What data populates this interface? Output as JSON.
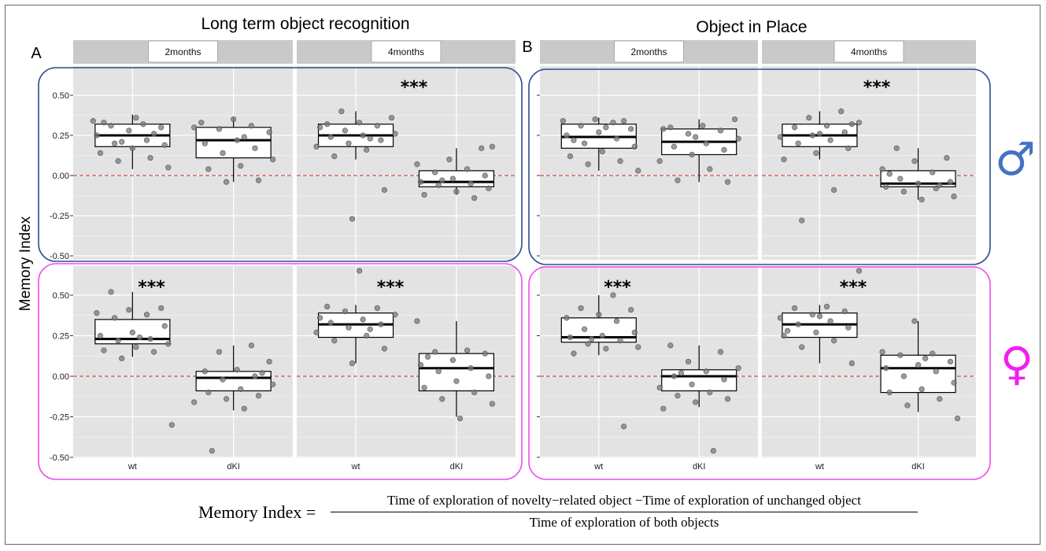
{
  "titles": {
    "panel_a": "Long term object recognition",
    "panel_b": "Object in Place"
  },
  "panel_letters": {
    "a": "A",
    "b": "B"
  },
  "y_axis_label": "Memory Index",
  "facet_labels": [
    "2months",
    "4months"
  ],
  "x_tick_labels": [
    "wt",
    "dKI"
  ],
  "y_tick_labels": [
    "0.50",
    "0.25",
    "0.00",
    "-0.25",
    "-0.50"
  ],
  "significance": "***",
  "sex_symbols": {
    "male": "♂",
    "female": "♀"
  },
  "colors": {
    "panel_bg": "#e3e3e3",
    "strip_bg": "#c9c9c9",
    "male_box": "#2e4e8e",
    "female_box": "#f04cf0",
    "male_symbol": "#4472c4",
    "female_symbol": "#ee22ee",
    "reference_line": "#cc2222",
    "point": "#7a7a7a"
  },
  "formula": {
    "lhs": "Memory Index =",
    "numerator": "Time of exploration of novelty−related object −Time of exploration of unchanged object",
    "denominator": "Time of exploration of both objects"
  },
  "chart_data": [
    {
      "type": "boxplot",
      "panel": "A",
      "title": "Long term object recognition",
      "sex": "male",
      "ylabel": "Memory Index",
      "ylim": [
        -0.5,
        0.5
      ],
      "reference_line": 0,
      "facets": [
        {
          "facet": "2months",
          "significance": "",
          "groups": [
            {
              "group": "wt",
              "min": 0.04,
              "q1": 0.18,
              "median": 0.25,
              "q3": 0.32,
              "max": 0.38,
              "points": [
                0.34,
                0.32,
                0.31,
                0.3,
                0.28,
                0.25,
                0.22,
                0.2,
                0.19,
                0.17,
                0.14,
                0.11,
                0.09,
                0.05,
                0.36,
                0.33,
                0.26,
                0.21
              ]
            },
            {
              "group": "dKI",
              "min": -0.04,
              "q1": 0.11,
              "median": 0.22,
              "q3": 0.3,
              "max": 0.36,
              "points": [
                0.35,
                0.33,
                0.31,
                0.29,
                0.27,
                0.22,
                0.2,
                0.17,
                0.14,
                0.1,
                0.06,
                0.04,
                -0.03,
                -0.04,
                0.3,
                0.24
              ]
            }
          ]
        },
        {
          "facet": "4months",
          "significance": "***",
          "groups": [
            {
              "group": "wt",
              "min": 0.1,
              "q1": 0.18,
              "median": 0.25,
              "q3": 0.32,
              "max": 0.4,
              "points": [
                0.4,
                0.36,
                0.33,
                0.32,
                0.31,
                0.28,
                0.26,
                0.25,
                0.24,
                0.22,
                0.2,
                0.18,
                0.16,
                0.12,
                -0.09,
                -0.27,
                0.3,
                0.23
              ]
            },
            {
              "group": "dKI",
              "min": -0.12,
              "q1": -0.07,
              "median": -0.04,
              "q3": 0.03,
              "max": 0.17,
              "points": [
                0.17,
                0.1,
                0.07,
                0.04,
                0.02,
                0.0,
                -0.02,
                -0.04,
                -0.05,
                -0.06,
                -0.08,
                -0.1,
                -0.12,
                -0.14,
                -0.03,
                0.18
              ]
            }
          ]
        }
      ]
    },
    {
      "type": "boxplot",
      "panel": "A",
      "title": "Long term object recognition",
      "sex": "female",
      "ylabel": "Memory Index",
      "ylim": [
        -0.5,
        0.5
      ],
      "reference_line": 0,
      "facets": [
        {
          "facet": "2months",
          "significance": "***",
          "groups": [
            {
              "group": "wt",
              "min": 0.12,
              "q1": 0.2,
              "median": 0.23,
              "q3": 0.35,
              "max": 0.52,
              "points": [
                0.52,
                0.42,
                0.41,
                0.39,
                0.38,
                0.36,
                0.31,
                0.27,
                0.25,
                0.23,
                0.22,
                0.2,
                0.18,
                0.16,
                0.15,
                0.11,
                -0.3,
                0.24
              ]
            },
            {
              "group": "dKI",
              "min": -0.21,
              "q1": -0.09,
              "median": -0.01,
              "q3": 0.03,
              "max": 0.19,
              "points": [
                0.19,
                0.15,
                0.09,
                0.04,
                0.03,
                0.0,
                -0.02,
                -0.05,
                -0.08,
                -0.1,
                -0.12,
                -0.14,
                -0.16,
                -0.2,
                -0.46,
                0.02
              ]
            }
          ]
        },
        {
          "facet": "4months",
          "significance": "***",
          "groups": [
            {
              "group": "wt",
              "min": 0.08,
              "q1": 0.24,
              "median": 0.32,
              "q3": 0.39,
              "max": 0.44,
              "points": [
                0.65,
                0.43,
                0.42,
                0.4,
                0.38,
                0.35,
                0.33,
                0.32,
                0.3,
                0.27,
                0.25,
                0.22,
                0.17,
                0.08,
                0.36,
                0.29
              ]
            },
            {
              "group": "dKI",
              "min": -0.25,
              "q1": -0.09,
              "median": 0.05,
              "q3": 0.14,
              "max": 0.34,
              "points": [
                0.34,
                0.16,
                0.15,
                0.14,
                0.1,
                0.07,
                0.05,
                0.03,
                0.0,
                -0.03,
                -0.07,
                -0.1,
                -0.14,
                -0.17,
                -0.26,
                0.12
              ]
            }
          ]
        }
      ]
    },
    {
      "type": "boxplot",
      "panel": "B",
      "title": "Object in Place",
      "sex": "male",
      "ylabel": "Memory Index",
      "ylim": [
        -0.5,
        0.5
      ],
      "reference_line": 0,
      "facets": [
        {
          "facet": "2months",
          "significance": "",
          "groups": [
            {
              "group": "wt",
              "min": 0.03,
              "q1": 0.17,
              "median": 0.24,
              "q3": 0.32,
              "max": 0.36,
              "points": [
                0.35,
                0.34,
                0.33,
                0.31,
                0.29,
                0.27,
                0.25,
                0.23,
                0.2,
                0.18,
                0.15,
                0.12,
                0.09,
                0.07,
                0.03,
                0.3,
                0.22,
                0.34
              ]
            },
            {
              "group": "dKI",
              "min": -0.04,
              "q1": 0.13,
              "median": 0.21,
              "q3": 0.29,
              "max": 0.35,
              "points": [
                0.35,
                0.31,
                0.3,
                0.28,
                0.26,
                0.23,
                0.2,
                0.18,
                0.16,
                0.13,
                0.09,
                0.04,
                -0.03,
                -0.04,
                0.24,
                0.29
              ]
            }
          ]
        },
        {
          "facet": "4months",
          "significance": "***",
          "groups": [
            {
              "group": "wt",
              "min": 0.1,
              "q1": 0.18,
              "median": 0.25,
              "q3": 0.32,
              "max": 0.4,
              "points": [
                0.4,
                0.36,
                0.33,
                0.31,
                0.3,
                0.27,
                0.25,
                0.24,
                0.22,
                0.2,
                0.17,
                0.14,
                0.1,
                -0.09,
                -0.28,
                0.32,
                0.26
              ]
            },
            {
              "group": "dKI",
              "min": -0.15,
              "q1": -0.07,
              "median": -0.05,
              "q3": 0.03,
              "max": 0.17,
              "points": [
                0.17,
                0.11,
                0.09,
                0.04,
                0.02,
                -0.02,
                -0.04,
                -0.05,
                -0.07,
                -0.08,
                -0.1,
                -0.13,
                -0.15,
                0.01,
                -0.06
              ]
            }
          ]
        }
      ]
    },
    {
      "type": "boxplot",
      "panel": "B",
      "title": "Object in Place",
      "sex": "female",
      "ylabel": "Memory Index",
      "ylim": [
        -0.5,
        0.5
      ],
      "reference_line": 0,
      "facets": [
        {
          "facet": "2months",
          "significance": "***",
          "groups": [
            {
              "group": "wt",
              "min": 0.13,
              "q1": 0.21,
              "median": 0.24,
              "q3": 0.36,
              "max": 0.5,
              "points": [
                0.5,
                0.42,
                0.41,
                0.38,
                0.36,
                0.34,
                0.29,
                0.27,
                0.25,
                0.24,
                0.22,
                0.2,
                0.18,
                0.17,
                0.14,
                -0.31,
                0.23
              ]
            },
            {
              "group": "dKI",
              "min": -0.19,
              "q1": -0.09,
              "median": 0.0,
              "q3": 0.04,
              "max": 0.19,
              "points": [
                0.19,
                0.15,
                0.09,
                0.05,
                0.03,
                0.0,
                -0.02,
                -0.05,
                -0.07,
                -0.1,
                -0.12,
                -0.14,
                -0.16,
                -0.2,
                -0.46,
                0.02
              ]
            }
          ]
        },
        {
          "facet": "4months",
          "significance": "***",
          "groups": [
            {
              "group": "wt",
              "min": 0.08,
              "q1": 0.24,
              "median": 0.32,
              "q3": 0.39,
              "max": 0.44,
              "points": [
                0.65,
                0.43,
                0.42,
                0.4,
                0.38,
                0.36,
                0.34,
                0.32,
                0.3,
                0.27,
                0.25,
                0.22,
                0.18,
                0.08,
                0.37,
                0.28
              ]
            },
            {
              "group": "dKI",
              "min": -0.22,
              "q1": -0.1,
              "median": 0.05,
              "q3": 0.13,
              "max": 0.34,
              "points": [
                0.34,
                0.15,
                0.14,
                0.13,
                0.09,
                0.07,
                0.05,
                0.03,
                0.0,
                -0.04,
                -0.08,
                -0.1,
                -0.14,
                -0.18,
                -0.26,
                0.11
              ]
            }
          ]
        }
      ]
    }
  ]
}
